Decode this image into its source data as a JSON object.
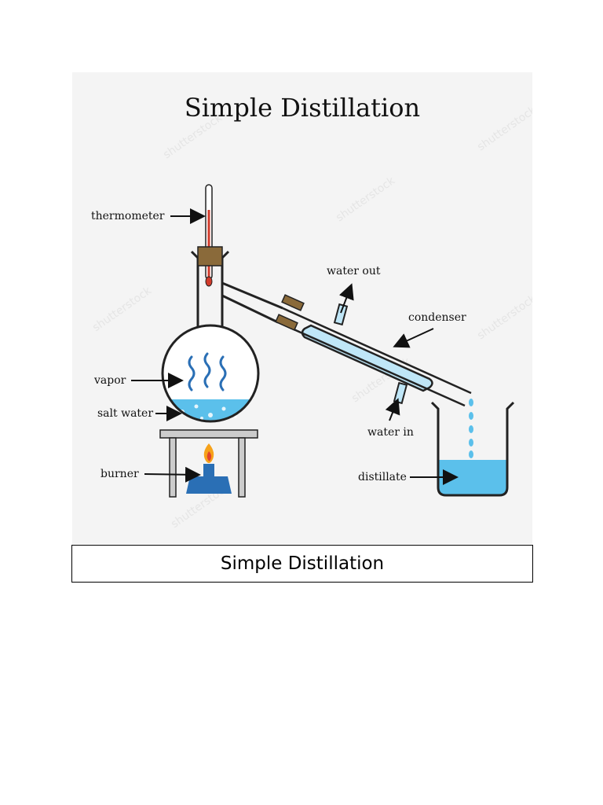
{
  "figure": {
    "title": "Simple Distillation",
    "labels": {
      "thermometer": "thermometer",
      "water_out": "water out",
      "condenser": "condenser",
      "vapor": "vapor",
      "salt_water": "salt water",
      "water_in": "water in",
      "burner": "burner",
      "distillate": "distillate"
    },
    "watermark": "shutterstock",
    "colors": {
      "water": "#5bc0eb",
      "condenser_fill": "#bfe6f7",
      "burner": "#2a6fb5",
      "flame": "#f6a21a",
      "stopper": "#8a6a3a",
      "outline": "#222222",
      "background": "#f4f4f4"
    }
  },
  "caption": {
    "text": "Simple Distillation"
  }
}
